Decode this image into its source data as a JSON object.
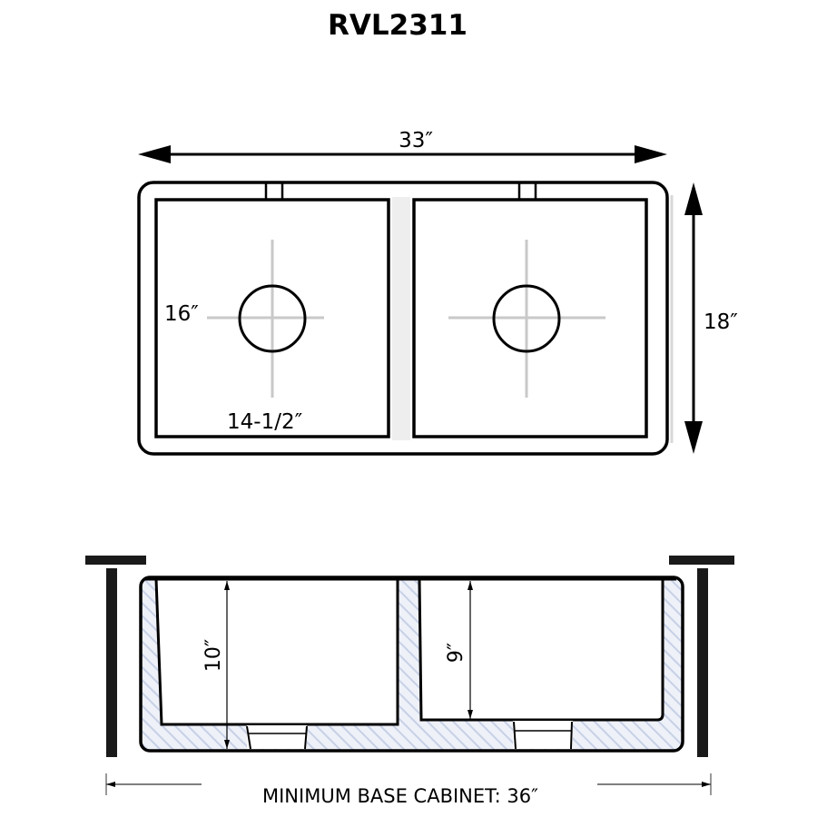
{
  "title": "RVL2311",
  "top_view": {
    "overall_width": "33″",
    "overall_depth": "18″",
    "bowl_depth_front_to_back": "16″",
    "bowl_width": "14-1/2″",
    "bowls": [
      {
        "name": "left-bowl",
        "drain": "center-drain"
      },
      {
        "name": "right-bowl",
        "drain": "center-drain"
      }
    ]
  },
  "section_view": {
    "left_bowl_depth": "10″",
    "right_bowl_depth": "9″",
    "cabinet_label": "MINIMUM BASE CABINET: 36″"
  },
  "colors": {
    "line": "#000000",
    "centerline": "#c9c9c9",
    "hatch": "#c7d0e6",
    "hatch_bg": "#eef1f8"
  }
}
